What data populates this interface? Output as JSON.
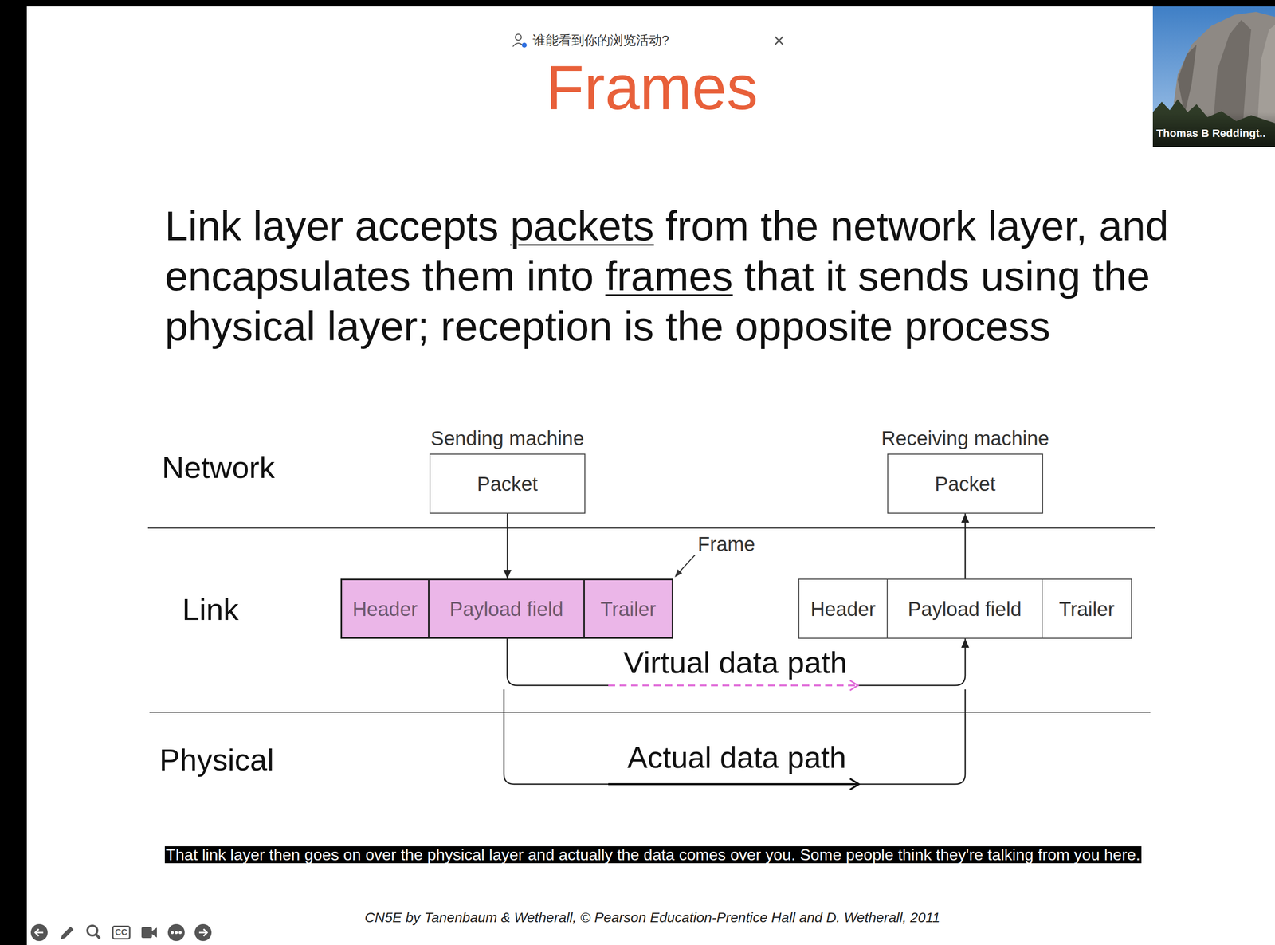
{
  "diagram": {
    "title": "Frames",
    "caption": "CN5E by Tanenbaum & Wetherall, © Pearson Education-Prentice Hall and D. Wetherall, 2011",
    "nodes": [
      {
        "text": [
          "Sending machine",
          "Packet"
        ]
      },
      {
        "text": [
          "Receiving machine",
          "Packet"
        ]
      },
      {
        "text": [
          "Header"
        ]
      },
      {
        "text": [
          "Payload field"
        ]
      },
      {
        "text": [
          "Trailer"
        ]
      },
      {
        "text": [
          "Header"
        ]
      },
      {
        "text": [
          "Payload field"
        ]
      },
      {
        "text": [
          "Trailer"
        ]
      }
    ],
    "edges": [
      {
        "from": 0,
        "to": 3,
        "arrow": "to"
      },
      {
        "from": 3,
        "to": 6,
        "label": "Virtual data path",
        "arrow": "to"
      },
      {
        "from": 6,
        "to": 1,
        "arrow": "to"
      }
    ],
    "labels": [
      "谁能看到你的浏览活动?",
      "Link layer accepts",
      "packets",
      "from the network layer, and encapsulates them into",
      "frames",
      "that it sends using the physical layer; reception is the opposite process",
      "Network",
      "Link",
      "Physical",
      "Frame",
      "Actual data path",
      "That link layer then goes on over the physical layer and actually the data comes over you. Some people think they're talking from you here.",
      "CC",
      "Thomas B Reddingt.."
    ]
  }
}
